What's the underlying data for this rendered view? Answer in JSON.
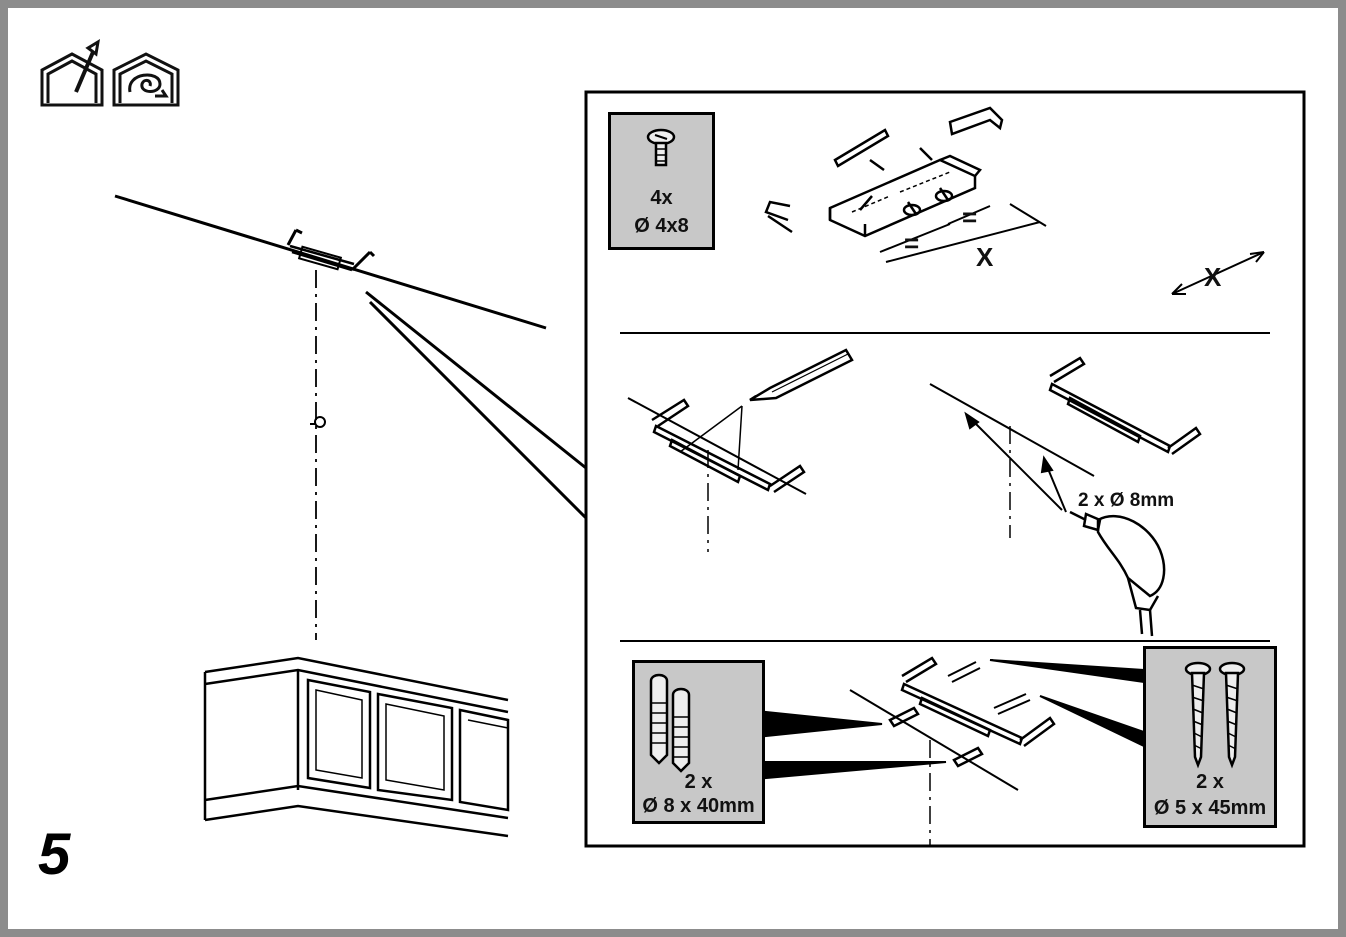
{
  "step_number": "5",
  "icons": {
    "install_icon": "house-vent-icon",
    "recirculation_icon": "house-recirculation-icon"
  },
  "panel1": {
    "screw_qty": "4x",
    "screw_size": "Ø 4x8",
    "equal_mark": "=",
    "distance_mark": "X"
  },
  "panel2": {
    "drill_label": "2 x Ø 8mm"
  },
  "panel3": {
    "plug_qty": "2 x",
    "plug_size": "Ø 8 x 40mm",
    "screw_qty": "2 x",
    "screw_size": "Ø 5 x 45mm"
  },
  "colors": {
    "frame": "#8c8c8c",
    "parts_box": "#c8c8c8",
    "line": "#000000"
  }
}
